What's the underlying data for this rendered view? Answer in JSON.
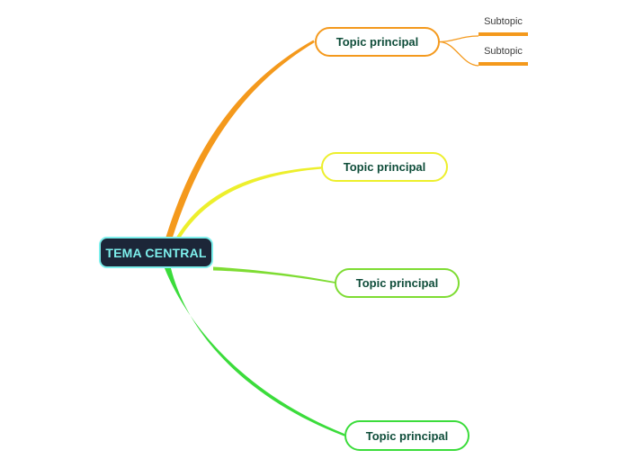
{
  "colors": {
    "background": "#ffffff",
    "central_bg": "#1C2638",
    "central_accent": "#7DEFEC",
    "topic_text": "#0F4D3A",
    "subtopic_text": "#3C3C3C"
  },
  "central": {
    "label": "TEMA CENTRAL"
  },
  "topics": [
    {
      "label": "Topic principal",
      "branch_color": "#F4991C"
    },
    {
      "label": "Topic principal",
      "branch_color": "#EDEF2C"
    },
    {
      "label": "Topic principal",
      "branch_color": "#7EDC33"
    },
    {
      "label": "Topic principal",
      "branch_color": "#3BDC3B"
    }
  ],
  "subtopics": [
    {
      "label": "Subtopic",
      "branch_color": "#F4991C"
    },
    {
      "label": "Subtopic",
      "branch_color": "#F4991C"
    }
  ]
}
